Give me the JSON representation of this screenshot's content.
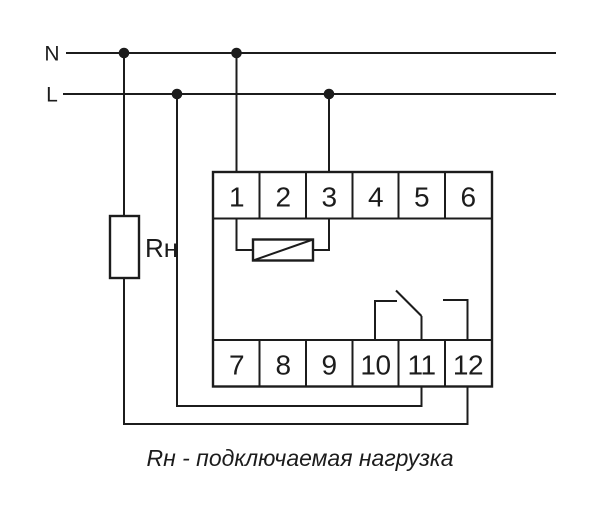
{
  "power": {
    "neutral_label": "N",
    "live_label": "L"
  },
  "load": {
    "label": "Rн"
  },
  "relay": {
    "terminals_top": [
      "1",
      "2",
      "3",
      "4",
      "5",
      "6"
    ],
    "terminals_bottom": [
      "7",
      "8",
      "9",
      "10",
      "11",
      "12"
    ]
  },
  "caption": "Rн - подключаемая нагрузка",
  "colors": {
    "wire": "#1c1c1c",
    "background": "#ffffff"
  }
}
